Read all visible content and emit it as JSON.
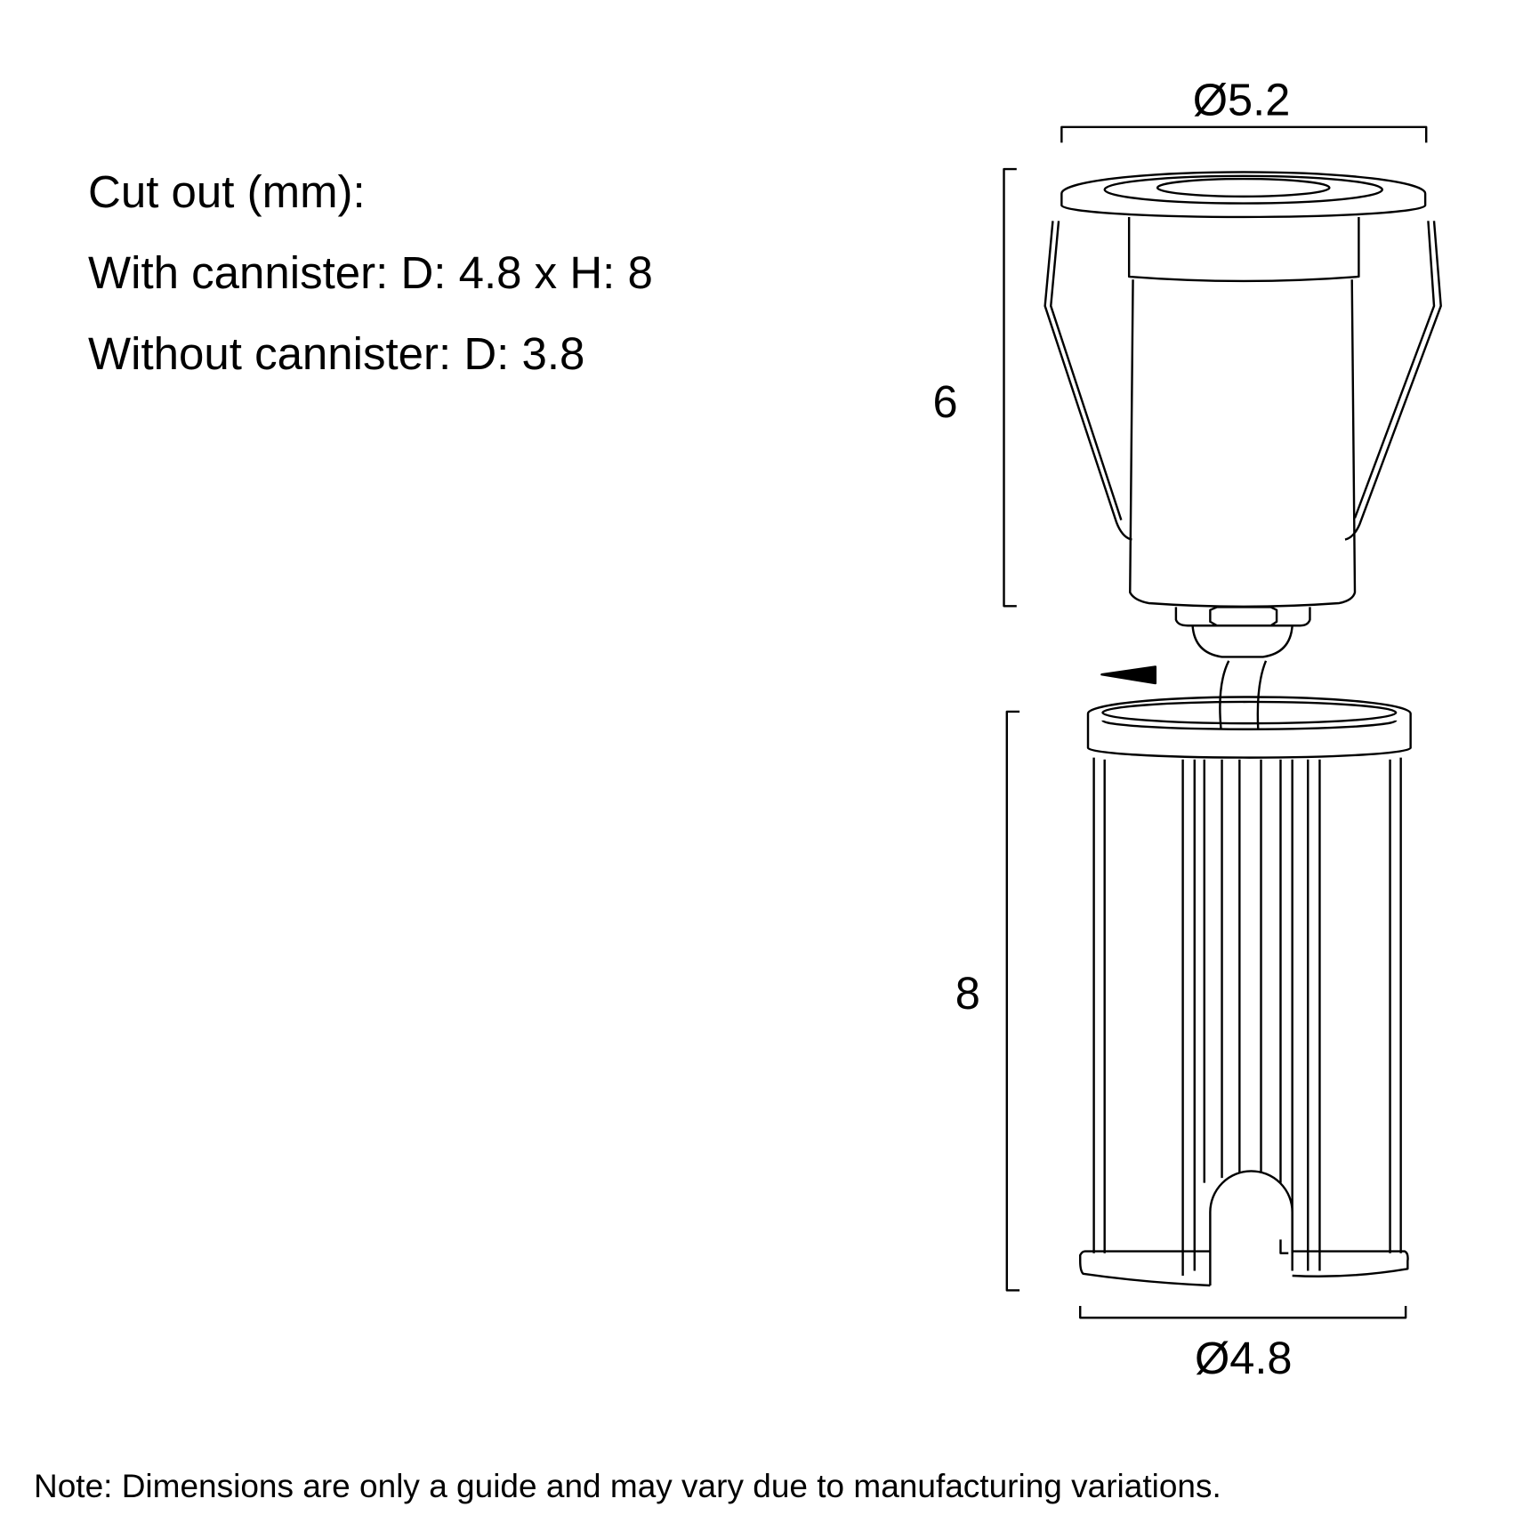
{
  "specs": {
    "heading": "Cut out (mm):",
    "with_cannister": "With cannister: D: 4.8 x H: 8",
    "without_cannister": "Without cannister: D: 3.8"
  },
  "dimensions": {
    "top_diameter": "Ø5.2",
    "fitting_height": "6",
    "cannister_height": "8",
    "cannister_diameter": "Ø4.8"
  },
  "note": "Note: Dimensions are only a guide and may vary due to manufacturing variations."
}
